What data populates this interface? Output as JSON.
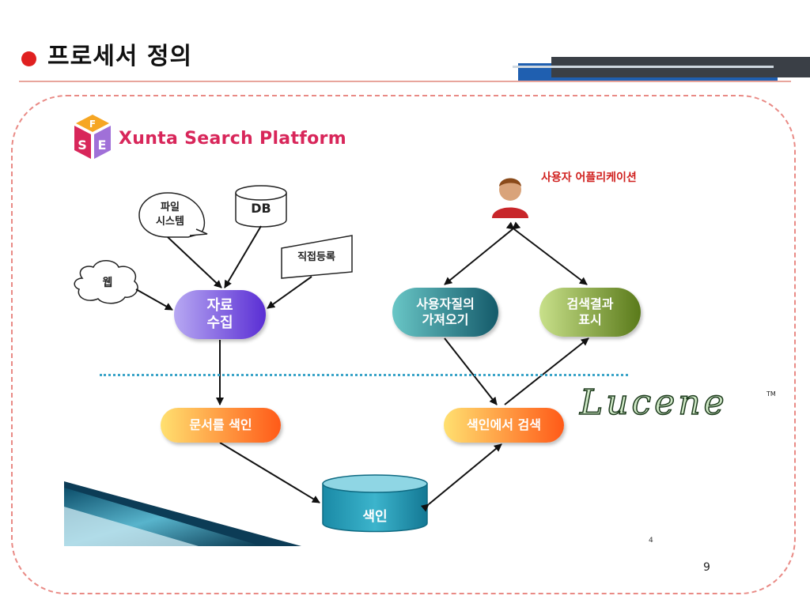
{
  "slide": {
    "title": "프로세서 정의",
    "page_number": "9",
    "footnote_mark": "4"
  },
  "logo": {
    "text": "Xunta Search Platform",
    "letters": [
      "F",
      "S",
      "E"
    ]
  },
  "sources": {
    "filesystem": "파일\n시스템",
    "db": "DB",
    "direct": "직접등록",
    "web": "웹"
  },
  "process": {
    "collect": "자료\n수집",
    "index_docs": "문서를 색인",
    "index": "색인",
    "search_index": "색인에서 검색",
    "get_query": "사용자질의\n가져오기",
    "show_results": "검색결과\n표시"
  },
  "user": {
    "label": "사용자 어플리케이션"
  },
  "lucene": {
    "text": "Lucene",
    "tm": "TM"
  },
  "colors": {
    "accent_red": "#e02020",
    "frame_dash": "#e98a85",
    "divider_blue": "#3aa4c8"
  }
}
